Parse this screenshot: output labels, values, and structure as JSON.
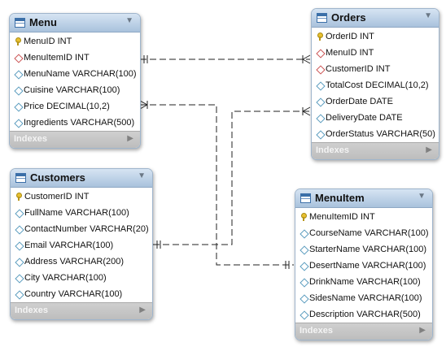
{
  "tables": {
    "menu": {
      "name": "Menu",
      "columns": [
        {
          "text": "MenuID INT",
          "icon": "primary-key-icon"
        },
        {
          "text": "MenuItemID INT",
          "icon": "foreign-key-icon"
        },
        {
          "text": "MenuName VARCHAR(100)",
          "icon": "column-icon"
        },
        {
          "text": "Cuisine VARCHAR(100)",
          "icon": "column-icon"
        },
        {
          "text": "Price DECIMAL(10,2)",
          "icon": "column-icon"
        },
        {
          "text": "Ingredients VARCHAR(500)",
          "icon": "column-icon"
        }
      ],
      "footer": "Indexes"
    },
    "orders": {
      "name": "Orders",
      "columns": [
        {
          "text": "OrderID INT",
          "icon": "primary-key-icon"
        },
        {
          "text": "MenuID INT",
          "icon": "foreign-key-icon"
        },
        {
          "text": "CustomerID INT",
          "icon": "foreign-key-icon"
        },
        {
          "text": "TotalCost DECIMAL(10,2)",
          "icon": "column-icon"
        },
        {
          "text": "OrderDate DATE",
          "icon": "column-icon"
        },
        {
          "text": "DeliveryDate DATE",
          "icon": "column-icon"
        },
        {
          "text": "OrderStatus VARCHAR(50)",
          "icon": "column-icon"
        }
      ],
      "footer": "Indexes"
    },
    "customers": {
      "name": "Customers",
      "columns": [
        {
          "text": "CustomerID INT",
          "icon": "primary-key-icon"
        },
        {
          "text": "FullName VARCHAR(100)",
          "icon": "column-icon"
        },
        {
          "text": "ContactNumber VARCHAR(20)",
          "icon": "column-icon"
        },
        {
          "text": "Email VARCHAR(100)",
          "icon": "column-icon"
        },
        {
          "text": "Address VARCHAR(200)",
          "icon": "column-icon"
        },
        {
          "text": "City VARCHAR(100)",
          "icon": "column-icon"
        },
        {
          "text": "Country VARCHAR(100)",
          "icon": "column-icon"
        }
      ],
      "footer": "Indexes"
    },
    "menuitem": {
      "name": "MenuItem",
      "columns": [
        {
          "text": "MenuItemID INT",
          "icon": "primary-key-icon"
        },
        {
          "text": "CourseName VARCHAR(100)",
          "icon": "column-icon"
        },
        {
          "text": "StarterName VARCHAR(100)",
          "icon": "column-icon"
        },
        {
          "text": "DesertName VARCHAR(100)",
          "icon": "column-icon"
        },
        {
          "text": "DrinkName VARCHAR(100)",
          "icon": "column-icon"
        },
        {
          "text": "SidesName VARCHAR(100)",
          "icon": "column-icon"
        },
        {
          "text": "Description VARCHAR(500)",
          "icon": "column-icon"
        }
      ],
      "footer": "Indexes"
    }
  },
  "colors": {
    "header": "#b8cde3",
    "line": "#222222",
    "foreign_key": "#cc5555",
    "column": "#5c9dbf",
    "primary_key": "#e8c030"
  }
}
